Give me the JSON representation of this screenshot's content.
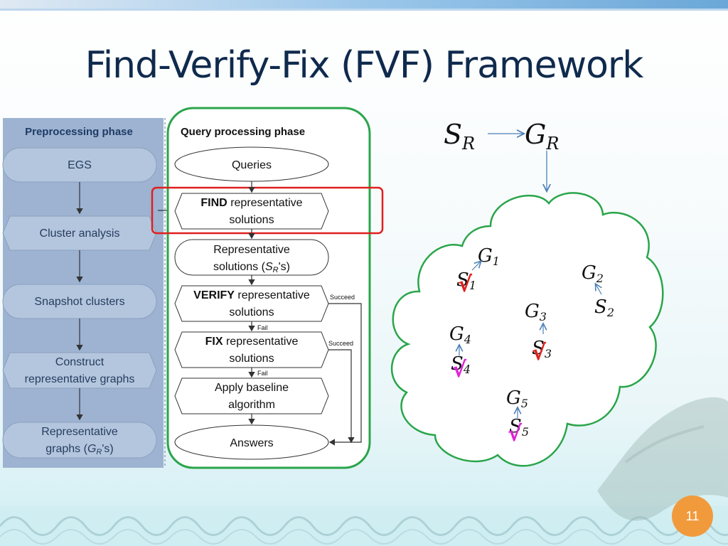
{
  "slide": {
    "title": "Find-Verify-Fix (FVF) Framework",
    "page_number": "11"
  },
  "preprocessing": {
    "title": "Preprocessing phase",
    "steps": [
      "EGS",
      "Cluster analysis",
      "Snapshot clusters",
      "Construct",
      "representative graphs",
      "Representative",
      "graphs (",
      "G",
      "R",
      "'s)"
    ]
  },
  "query_processing": {
    "title": "Query processing phase",
    "queries": "Queries",
    "find_bold": "FIND",
    "find_rest": "representative",
    "find_line2": "solutions",
    "rep_line1": "Representative",
    "rep_line2_a": "solutions (",
    "rep_line2_s": "S",
    "rep_line2_r": "R",
    "rep_line2_b": "'s)",
    "verify_bold": "VERIFY",
    "verify_rest": "representative",
    "verify_line2": "solutions",
    "fix_bold": "FIX",
    "fix_rest": "representative",
    "fix_line2": "solutions",
    "baseline_line1": "Apply baseline",
    "baseline_line2": "algorithm",
    "answers": "Answers",
    "succeed": "Succeed",
    "fail": "Fail"
  },
  "cloud": {
    "top_s": "S",
    "top_g": "G",
    "sub_r": "R",
    "g": "G",
    "s": "S",
    "idx": [
      "1",
      "2",
      "3",
      "4",
      "5"
    ],
    "check": "√"
  },
  "colors": {
    "title": "#0f2a4d",
    "prep_panel": "#9db3d1",
    "prep_shape": "#b4c6de",
    "green_outline": "#2aa54a",
    "red_highlight": "#e0201e",
    "check_red": "#e0201e",
    "check_magenta": "#e020d8",
    "arrow_blue": "#4a7fb8",
    "page_badge": "#f19a3c"
  }
}
